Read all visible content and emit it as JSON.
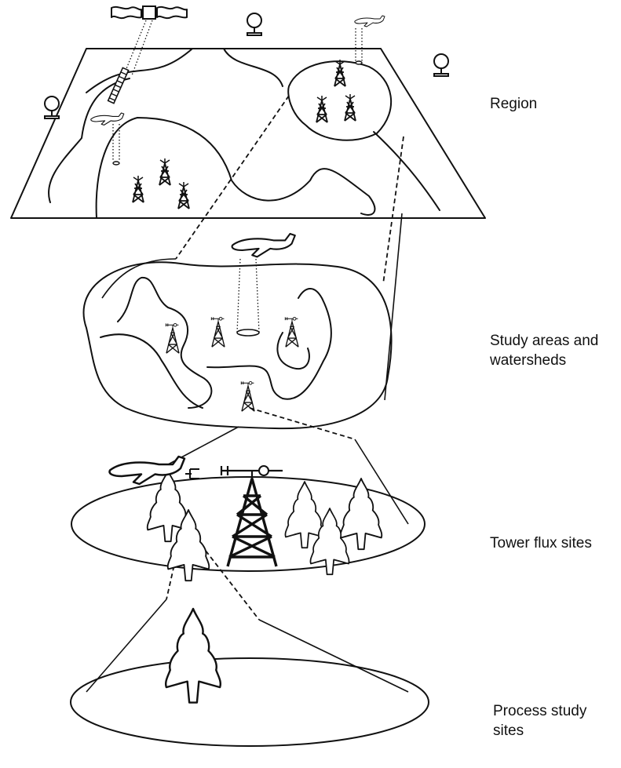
{
  "labels": {
    "region": "Region",
    "study_line1": "Study areas and",
    "study_line2": "watersheds",
    "tower": "Tower flux sites",
    "process_line1": "Process study",
    "process_line2": "sites"
  },
  "icons": [
    "satellite-icon",
    "weather-balloon-icon",
    "airplane-icon",
    "flux-tower-icon",
    "conifer-tree-icon"
  ],
  "colors": {
    "ink": "#111111",
    "paper": "#ffffff"
  }
}
